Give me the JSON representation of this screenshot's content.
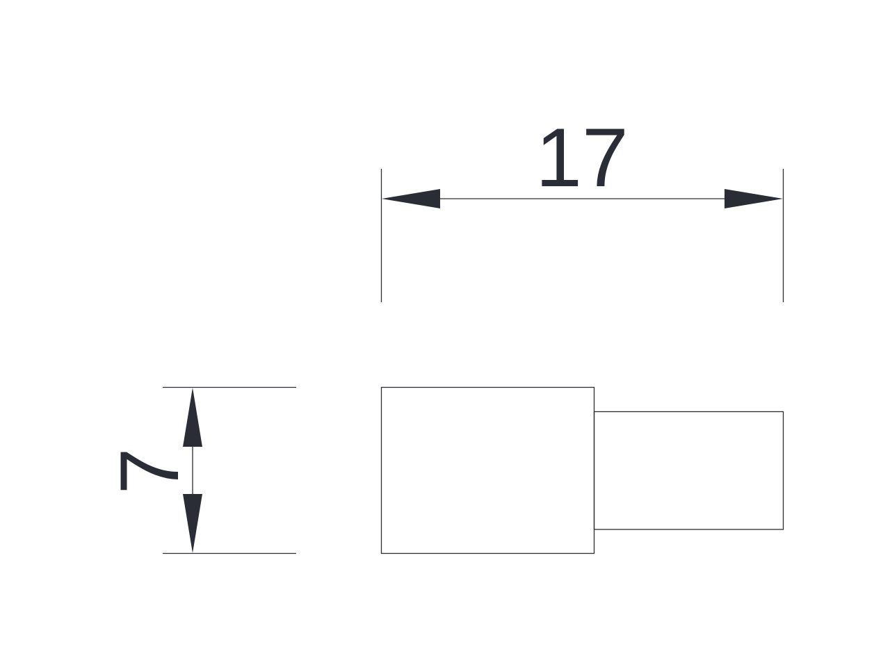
{
  "drawing": {
    "line_color": "#2a2d36",
    "background": "#ffffff",
    "dimensions": {
      "width": {
        "label": "17",
        "value": 17
      },
      "height": {
        "label": "7",
        "value": 7
      }
    }
  }
}
